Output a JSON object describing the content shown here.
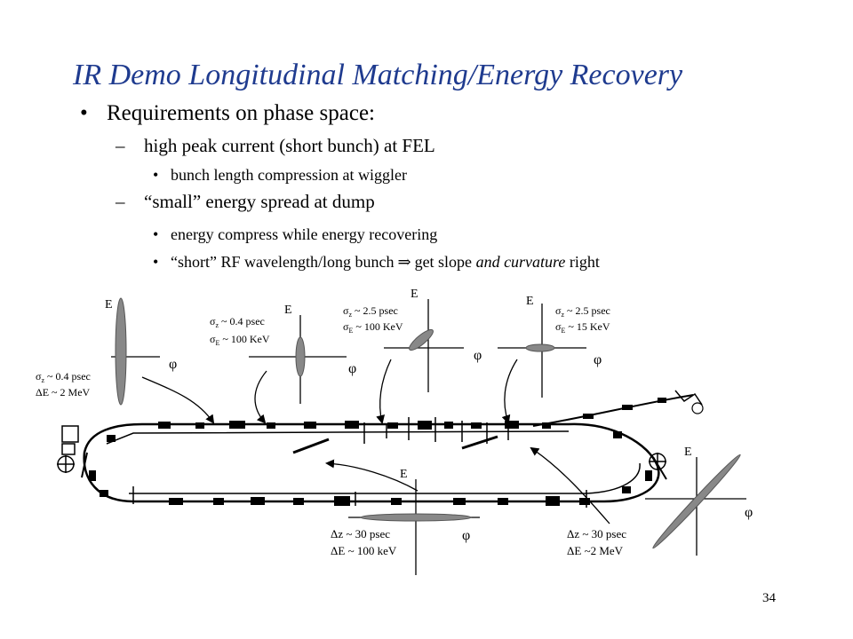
{
  "slide": {
    "title": "IR Demo Longitudinal Matching/Energy Recovery",
    "page_number": "34"
  },
  "bullets": {
    "main": "Requirements on phase space:",
    "sub1": {
      "text": "high peak current (short bunch) at FEL",
      "detail": "bunch length compression at wiggler"
    },
    "sub2": {
      "text": "“small” energy spread at dump",
      "details": {
        "a": "energy compress while energy recovering",
        "b_pre": "“short” RF wavelength/long bunch",
        "b_arrow": "⇒",
        "b_mid": "get slope",
        "b_em": "and curvature",
        "b_post": "right"
      }
    }
  },
  "phase_plots": {
    "axis_energy": "E",
    "axis_phase": "φ",
    "p1": {
      "sym": "σ",
      "sub": "z",
      "bunch": " ~ 0.4 psec",
      "sym2": "Δ",
      "spread": "E ~ 2 MeV"
    },
    "p2": {
      "sym": "σ",
      "sub": "z",
      "bunch": " ~ 0.4 psec",
      "sym2": "σ",
      "sub2": "E",
      "spread": " ~ 100 KeV"
    },
    "p3": {
      "sym": "σ",
      "sub": "z",
      "bunch": " ~ 2.5 psec",
      "sym2": "σ",
      "sub2": "E",
      "spread": " ~ 100 KeV"
    },
    "p4": {
      "sym": "σ",
      "sub": "z",
      "bunch": " ~ 2.5 psec",
      "sym2": "σ",
      "sub2": "E",
      "spread": " ~ 15 KeV"
    },
    "p5": {
      "sym": "Δ",
      "bunch": "z ~ 30 psec",
      "sym2": "Δ",
      "spread": "E ~ 100 keV"
    },
    "p6": {
      "sym": "Δ",
      "bunch": "z ~ 30 psec",
      "sym2": "Δ",
      "spread": "E ~2 MeV"
    }
  }
}
